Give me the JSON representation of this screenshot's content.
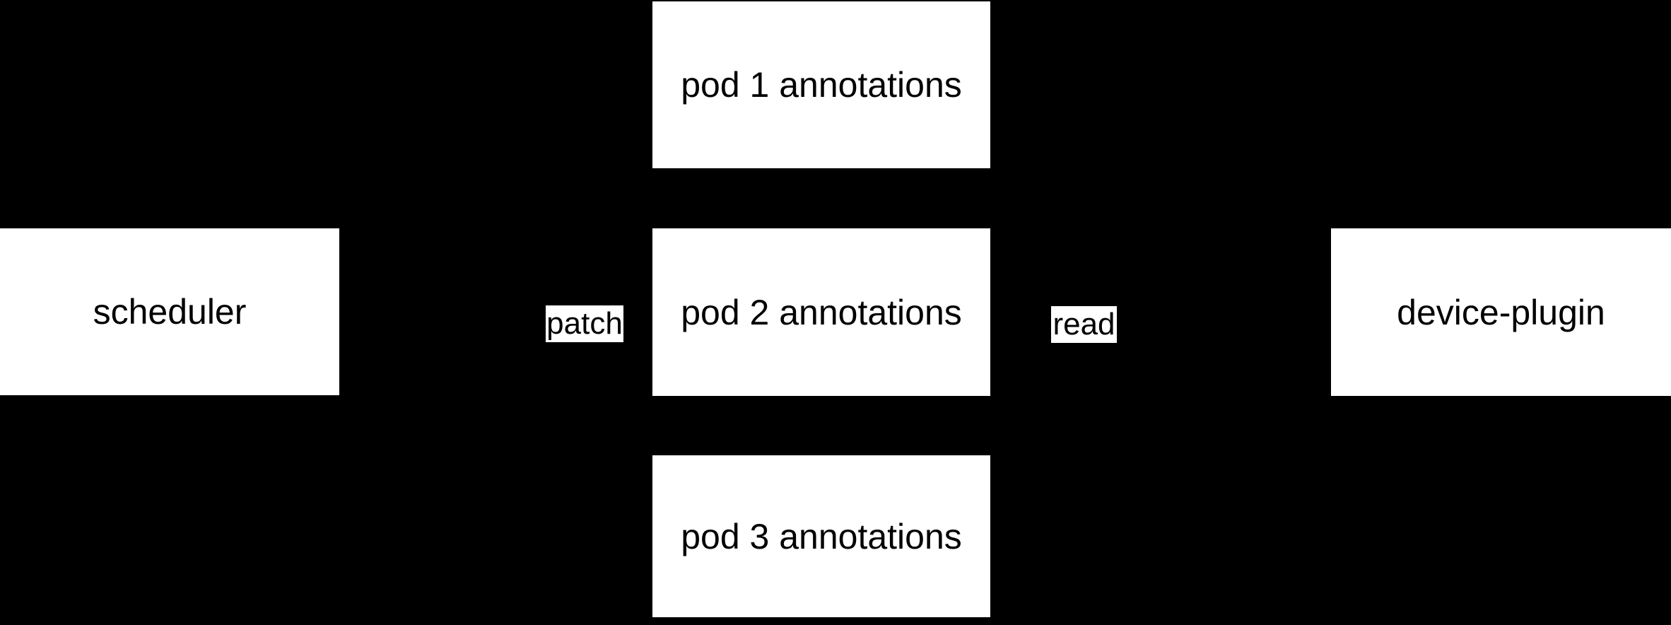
{
  "diagram": {
    "type": "flow-diagram",
    "background_color": "#000000",
    "node_fill_color": "#ffffff",
    "text_color": "#000000",
    "nodes": {
      "scheduler": {
        "label": "scheduler"
      },
      "pod1": {
        "label": "pod 1 annotations"
      },
      "pod2": {
        "label": "pod 2 annotations"
      },
      "pod3": {
        "label": "pod 3 annotations"
      },
      "device_plugin": {
        "label": "device-plugin"
      }
    },
    "edges": {
      "patch": {
        "label": "patch",
        "from": "scheduler",
        "to": "pod annotations"
      },
      "read": {
        "label": "read",
        "from": "pod annotations",
        "to": "device-plugin"
      }
    }
  }
}
